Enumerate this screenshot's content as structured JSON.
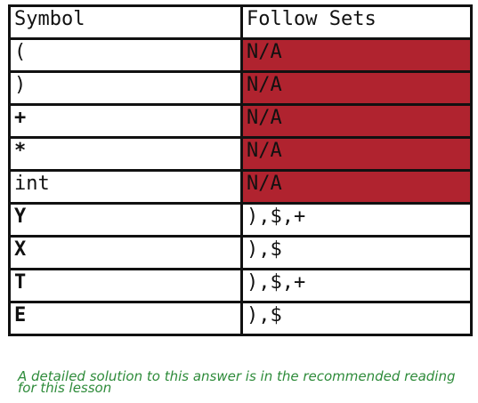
{
  "table": {
    "headers": [
      "Symbol",
      "Follow Sets"
    ],
    "rows": [
      {
        "symbol": "(",
        "follow": "N/A",
        "status": "na"
      },
      {
        "symbol": ")",
        "follow": "N/A",
        "status": "na"
      },
      {
        "symbol": "+",
        "follow": "N/A",
        "status": "na"
      },
      {
        "symbol": "*",
        "follow": "N/A",
        "status": "na"
      },
      {
        "symbol": "int",
        "follow": "N/A",
        "status": "na"
      },
      {
        "symbol": "Y",
        "follow": "),$,+",
        "status": "set"
      },
      {
        "symbol": "X",
        "follow": "),$",
        "status": "set"
      },
      {
        "symbol": "T",
        "follow": "),$,+",
        "status": "set"
      },
      {
        "symbol": "E",
        "follow": "),$",
        "status": "set"
      }
    ]
  },
  "footnote": "A detailed solution to this answer is in the recommended reading for this lesson",
  "colors": {
    "na_background": "#b0232f",
    "follow_text": "#2e8b3a",
    "border": "#111111"
  }
}
